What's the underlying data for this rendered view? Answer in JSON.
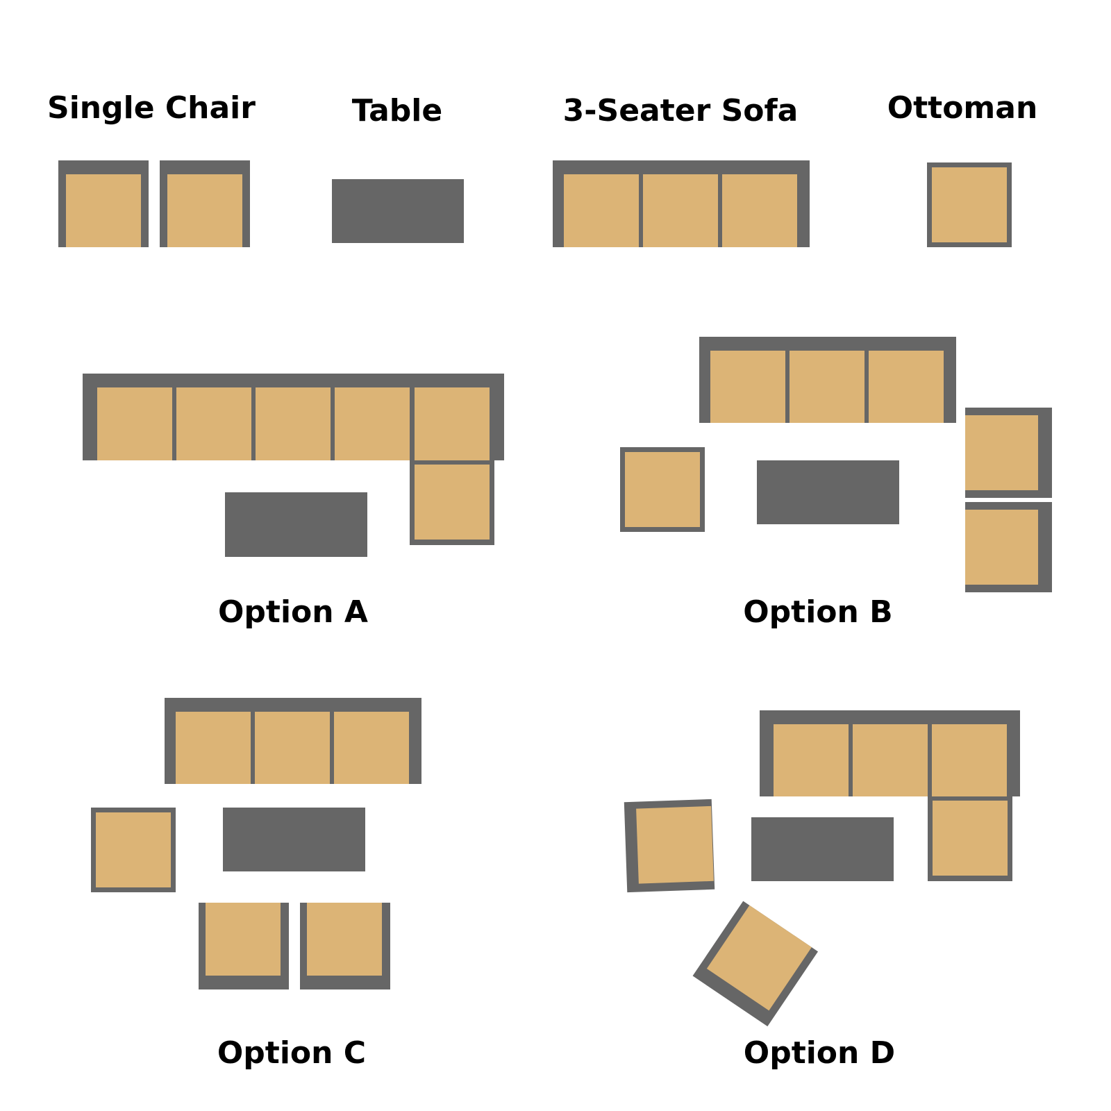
{
  "legend": {
    "single_chair": "Single Chair",
    "table": "Table",
    "sofa": "3-Seater Sofa",
    "ottoman": "Ottoman"
  },
  "options": {
    "a": "Option A",
    "b": "Option B",
    "c": "Option C",
    "d": "Option D"
  },
  "colors": {
    "frame": "#666666",
    "cushion": "#dcb476",
    "background": "#ffffff",
    "text": "#000000"
  }
}
